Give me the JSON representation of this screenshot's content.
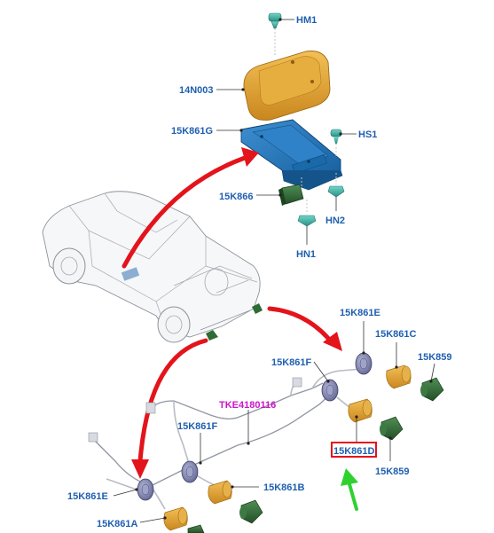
{
  "labels": {
    "hm1": "HM1",
    "n14n003": "14N003",
    "k861g": "15K861G",
    "hs1": "HS1",
    "k866": "15K866",
    "hn2": "HN2",
    "hn1": "HN1",
    "k861e_top": "15K861E",
    "k861c": "15K861C",
    "k861f_top": "15K861F",
    "k859_top": "15K859",
    "tke": "TKE4180116",
    "k861f_low": "15K861F",
    "k861d": "15K861D",
    "k859_low": "15K859",
    "k861b": "15K861B",
    "k861e_low": "15K861E",
    "k861a": "15K861A"
  },
  "colors": {
    "label_blue": "#1f5fb0",
    "label_magenta": "#cc14c8",
    "arrow_red": "#e3141b",
    "arrow_green": "#2fd12f",
    "highlight_box": "#e3141b",
    "module_orange": "#d99a2b",
    "bracket_blue": "#1d6fb4",
    "connector_green": "#2f6b35",
    "sensor_grey": "#7c7fa8",
    "fastener_teal": "#3fb5a8"
  },
  "icons": {
    "callout_arrow": "curved-arrow",
    "pointer_arrow": "up-arrow"
  }
}
